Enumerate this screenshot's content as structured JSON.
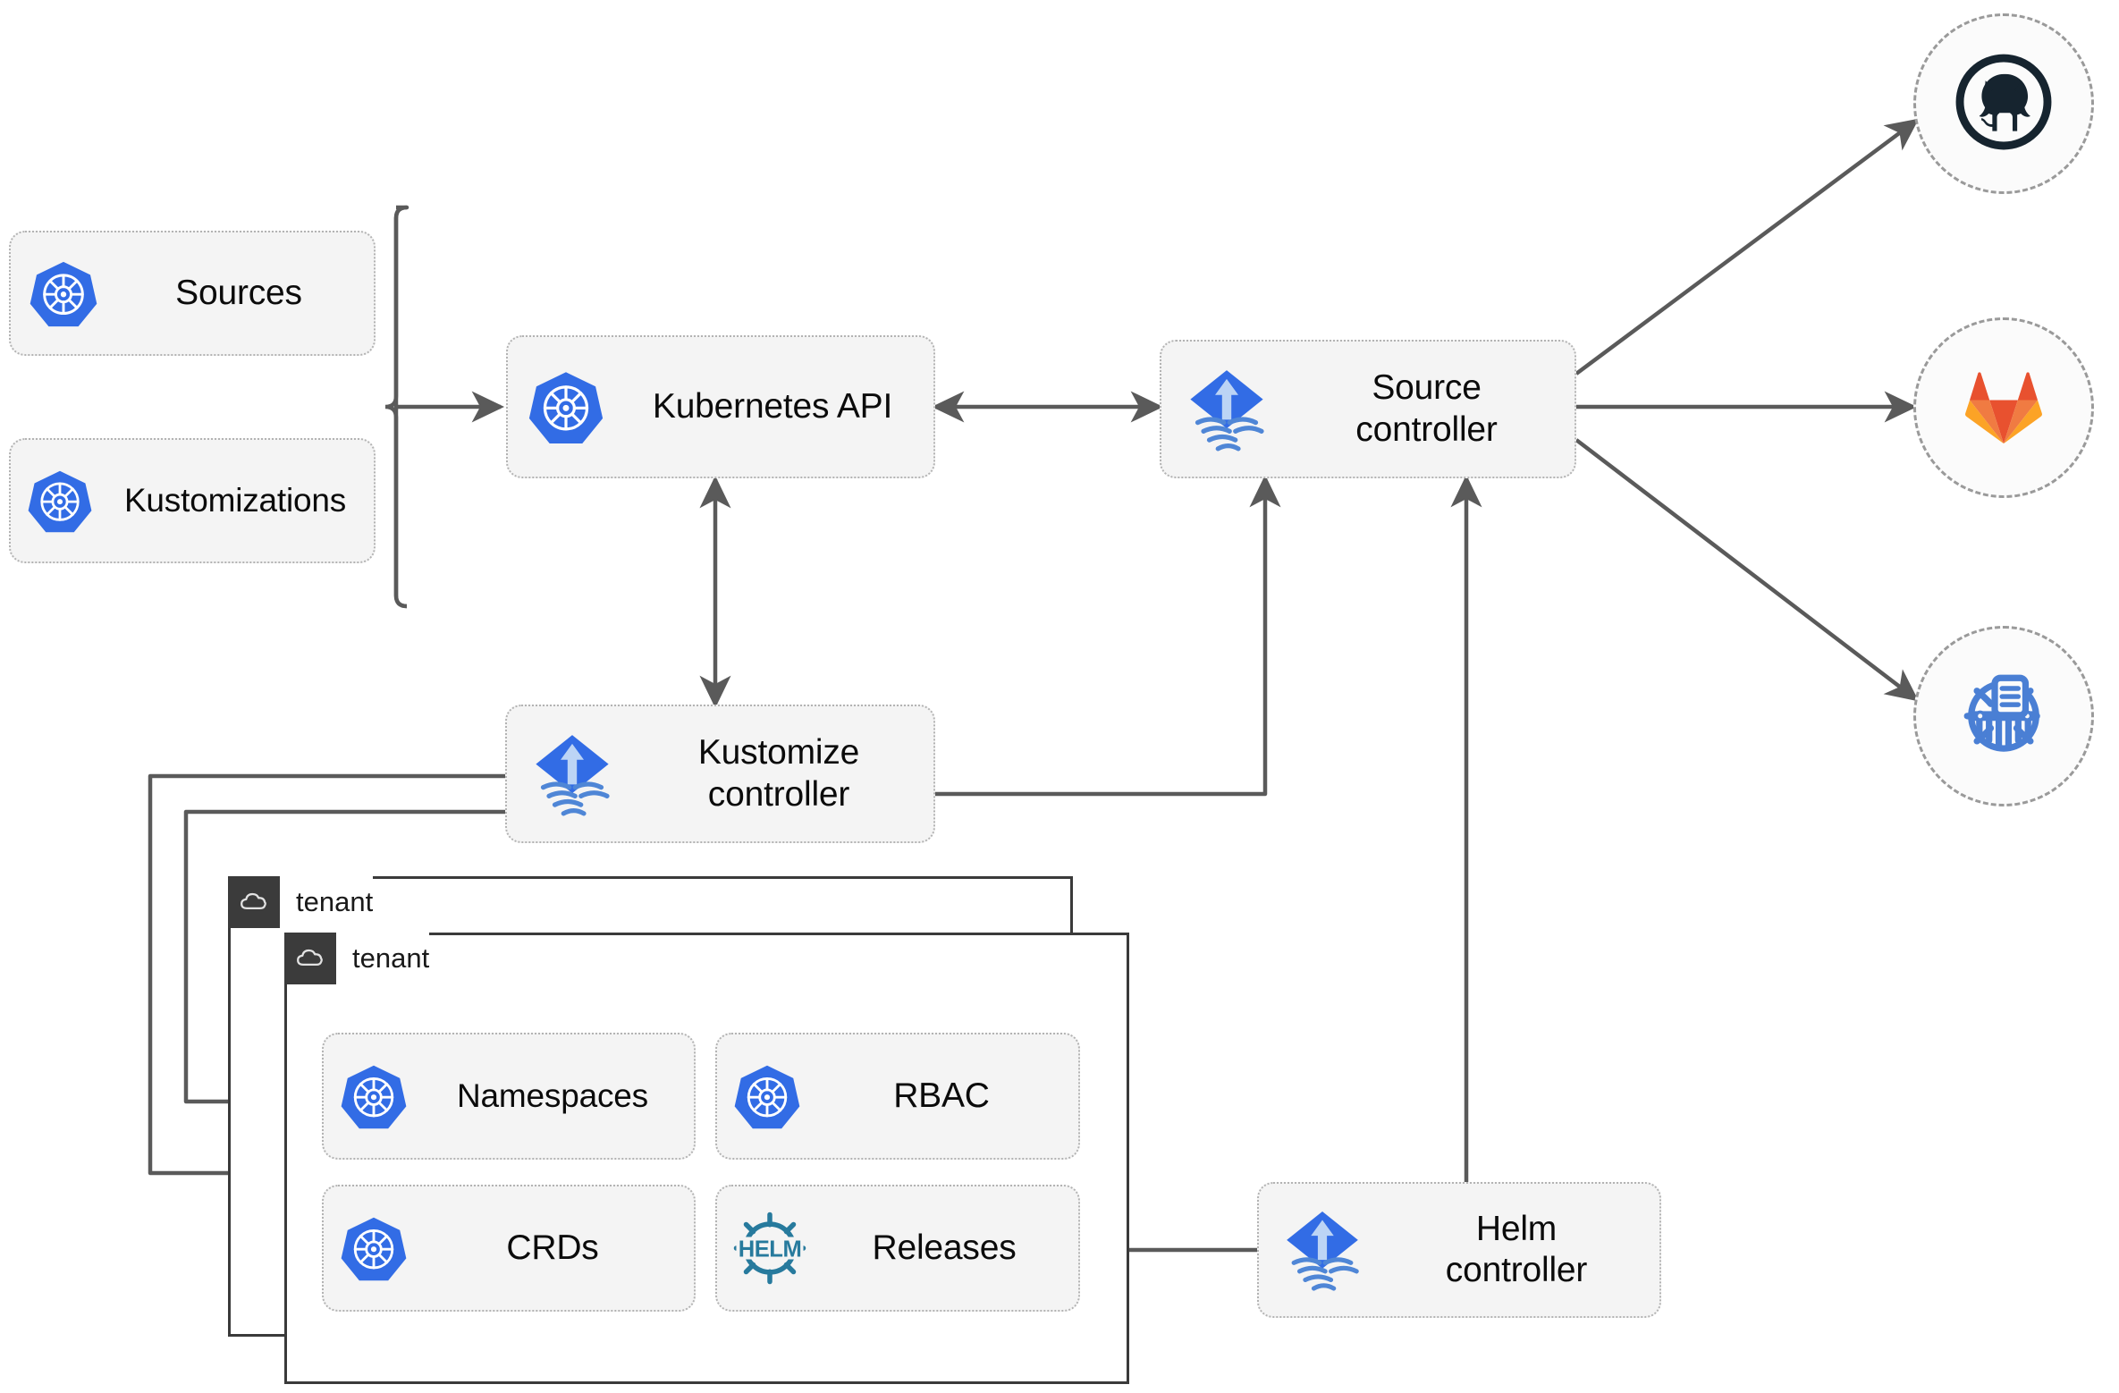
{
  "diagram": {
    "title": "Flux GitOps controllers architecture",
    "colors": {
      "k8s_blue": "#326ce5",
      "flux_blue": "#326ce5",
      "flux_wave": "#4f86d6",
      "helm_teal": "#277a9d",
      "github_dark": "#16242f",
      "gitlab_orange": "#e8512f",
      "gitlab_amber": "#fca326",
      "bucket_blue": "#4a7fd4",
      "node_fill": "#f4f4f4",
      "node_border": "#b3b3b3",
      "edge": "#5a5a5a",
      "tenant_border": "#3a3a3a",
      "tenant_tab": "#3b3b3b"
    }
  },
  "nodes": {
    "sources": {
      "label": "Sources",
      "icon": "kubernetes-icon"
    },
    "kustomizations": {
      "label": "Kustomizations",
      "icon": "kubernetes-icon"
    },
    "kubernetes_api": {
      "label": "Kubernetes API",
      "icon": "kubernetes-icon"
    },
    "source_controller": {
      "label": "Source\ncontroller",
      "icon": "flux-icon"
    },
    "kustomize_controller": {
      "label": "Kustomize\ncontroller",
      "icon": "flux-icon"
    },
    "helm_controller": {
      "label": "Helm\ncontroller",
      "icon": "flux-icon"
    },
    "namespaces": {
      "label": "Namespaces",
      "icon": "kubernetes-icon"
    },
    "rbac": {
      "label": "RBAC",
      "icon": "kubernetes-icon"
    },
    "crds": {
      "label": "CRDs",
      "icon": "kubernetes-icon"
    },
    "releases": {
      "label": "Releases",
      "icon": "helm-icon"
    }
  },
  "tenants": [
    {
      "name": "tenant",
      "icon": "cloud-icon"
    },
    {
      "name": "tenant",
      "icon": "cloud-icon"
    }
  ],
  "providers": [
    {
      "name": "github",
      "icon": "github-icon"
    },
    {
      "name": "gitlab",
      "icon": "gitlab-icon"
    },
    {
      "name": "bucket",
      "icon": "helm-repository-icon"
    }
  ],
  "edges": [
    {
      "from": "sources/kustomizations-bracket",
      "to": "kubernetes_api",
      "direction": "one-way"
    },
    {
      "from": "kubernetes_api",
      "to": "source_controller",
      "direction": "two-way"
    },
    {
      "from": "kubernetes_api",
      "to": "kustomize_controller",
      "direction": "two-way"
    },
    {
      "from": "source_controller",
      "to": "github",
      "direction": "one-way"
    },
    {
      "from": "source_controller",
      "to": "gitlab",
      "direction": "one-way"
    },
    {
      "from": "source_controller",
      "to": "bucket",
      "direction": "one-way"
    },
    {
      "from": "kustomize_controller",
      "to": "source_controller",
      "direction": "one-way"
    },
    {
      "from": "helm_controller",
      "to": "source_controller",
      "direction": "one-way"
    },
    {
      "from": "helm_controller",
      "to": "releases",
      "direction": "one-way"
    },
    {
      "from": "kustomize_controller",
      "to": "tenant-1",
      "direction": "one-way"
    },
    {
      "from": "kustomize_controller",
      "to": "tenant-2",
      "direction": "one-way"
    }
  ]
}
